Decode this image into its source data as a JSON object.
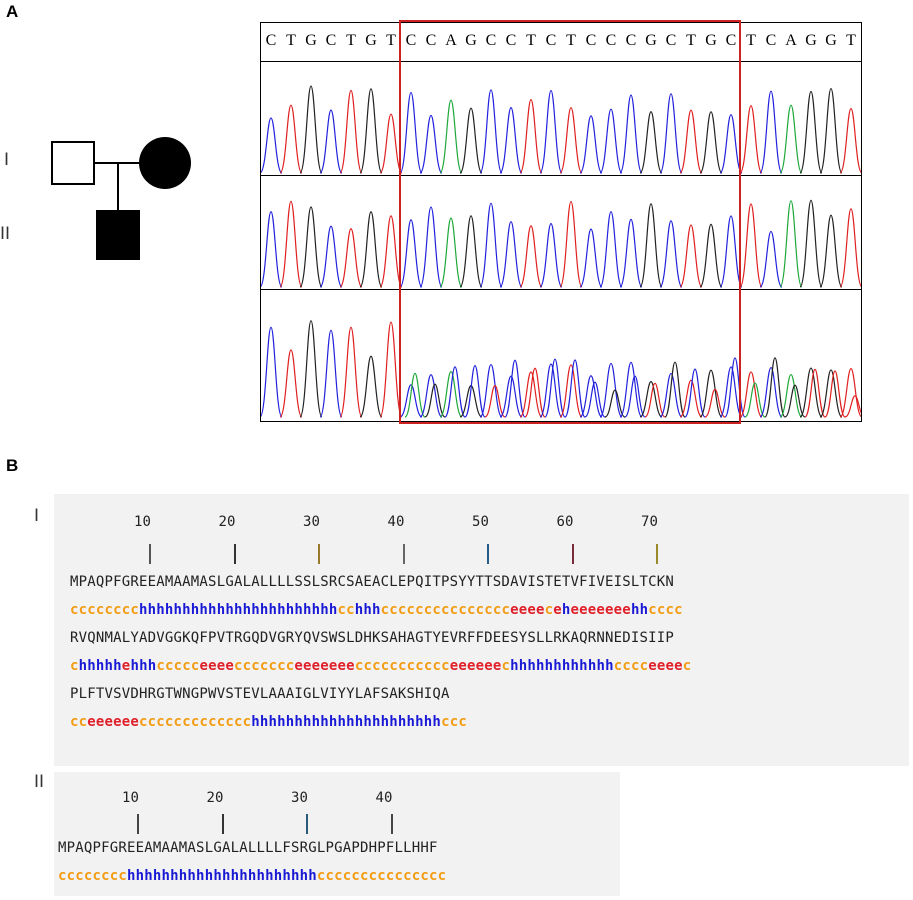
{
  "panels": {
    "a_label": "A",
    "b_label": "B",
    "gen_I": "I",
    "gen_II": "II",
    "prot_I_label": "I",
    "prot_II_label": "II"
  },
  "chromatogram": {
    "bases": [
      "C",
      "T",
      "G",
      "C",
      "T",
      "G",
      "T",
      "C",
      "C",
      "A",
      "G",
      "C",
      "C",
      "T",
      "C",
      "T",
      "C",
      "C",
      "C",
      "G",
      "C",
      "T",
      "G",
      "C",
      "T",
      "C",
      "A",
      "G",
      "G",
      "T"
    ],
    "highlight_start_index": 7,
    "highlight_end_index": 24,
    "colors": {
      "A": "#1fa83a",
      "C": "#2222dd",
      "G": "#222222",
      "T": "#e02020"
    }
  },
  "protein_I": {
    "positions": [
      "10",
      "20",
      "30",
      "40",
      "50",
      "60",
      "70"
    ],
    "tick_colors": [
      "#555555",
      "#333333",
      "#9a7a2a",
      "#666666",
      "#2a5a8a",
      "#7a2a3a",
      "#9a8a2a"
    ],
    "lines": [
      {
        "seq": "MPAQPFGREEAMAAMASLGALALLLLSSLSRCSAEACLEPQITPSYYTTSDAVISTETVFIVEISLTCKN",
        "ss": "cccccccchhhhhhhhhhhhhhhhhhhhhhhcchhhccccccccccccccceeeeceheeeeeeehhcccc"
      },
      {
        "seq": "RVQNMALYADVGGKQFPVTRGQDVGRYQVSWSLDHKSAHAGTYEVRFFDEESYSLLRKAQRNNEDISIIP",
        "ss": "chhhhhehhhccccceeeeccccccceeeeeeeccccccccccceeeeeechhhhhhhhhhhhcccceeeec"
      },
      {
        "seq": "PLFTVSVDHRGTWNGPWVSTEVLAAAIGLVIYYLAFSAKSHIQA",
        "ss": "cceeeeeeccccccccccccchhhhhhhhhhhhhhhhhhhhhhccc"
      }
    ]
  },
  "protein_II": {
    "positions": [
      "10",
      "20",
      "30",
      "40"
    ],
    "tick_colors": [
      "#444444",
      "#333333",
      "#2a5a7a",
      "#444444"
    ],
    "lines": [
      {
        "seq": "MPAQPFGREEAMAAMASLGALALLLLFSRGLPGAPDHPFLLHHF",
        "ss": "cccccccchhhhhhhhhhhhhhhhhhhhhhccccccccccccccc"
      }
    ]
  }
}
